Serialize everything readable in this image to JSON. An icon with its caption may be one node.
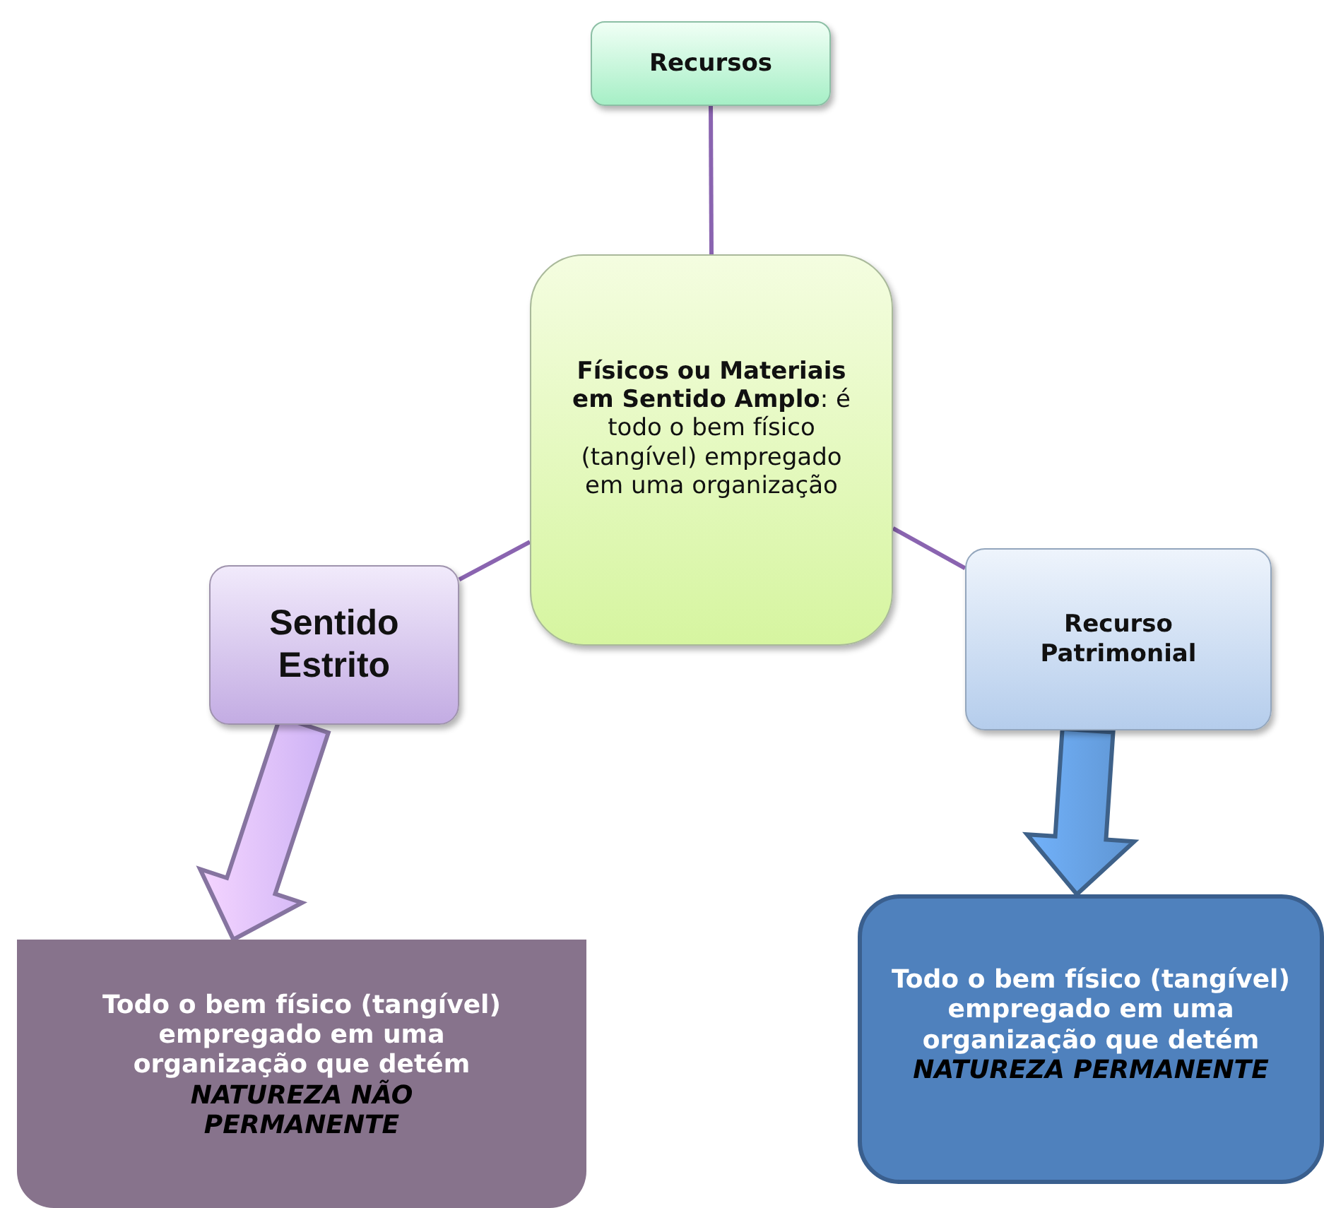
{
  "diagram": {
    "nodes": [
      {
        "text": [
          "Recursos"
        ]
      },
      {
        "text": [
          "**Físicos ou Materiais em Sentido Amplo**: é todo o bem físico (tangível) empregado em uma organização"
        ]
      },
      {
        "text": [
          "Sentido Estrito"
        ]
      },
      {
        "text": [
          "Recurso Patrimonial"
        ]
      },
      {
        "text": [
          "Todo o bem físico (tangível) empregado em uma organização que detém",
          "NATUREZA NÃO PERMANENTE"
        ]
      },
      {
        "text": [
          "Todo o bem físico (tangível) empregado em uma organização que detém",
          "NATUREZA PERMANENTE"
        ]
      }
    ],
    "edges": [
      {
        "from": 0,
        "to": 1,
        "arrow": "none"
      },
      {
        "from": 1,
        "to": 2,
        "arrow": "none"
      },
      {
        "from": 1,
        "to": 3,
        "arrow": "none"
      },
      {
        "from": 2,
        "to": 4,
        "arrow": "to",
        "style": "thick",
        "color": "#cdb2f5"
      },
      {
        "from": 3,
        "to": 5,
        "arrow": "to",
        "style": "thick",
        "color": "#5f95d2"
      }
    ]
  }
}
